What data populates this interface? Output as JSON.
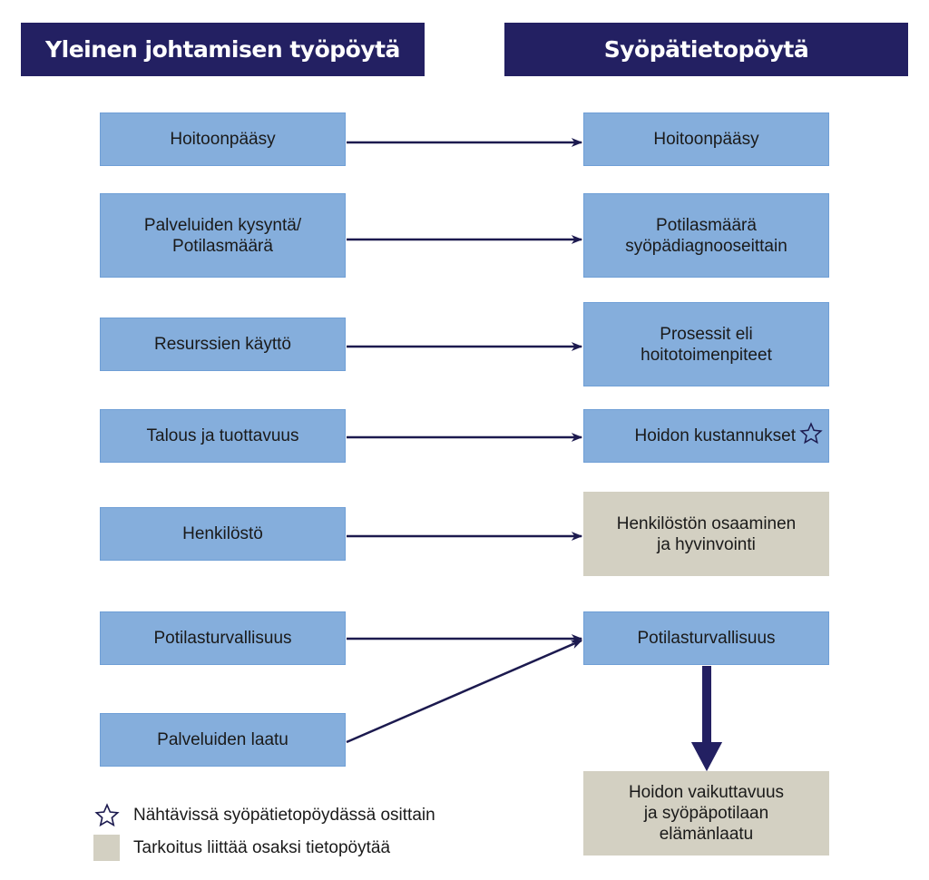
{
  "headers": {
    "left": "Yleinen johtamisen työpöytä",
    "right": "Syöpätietopöytä"
  },
  "left_boxes": [
    {
      "label": "Hoitoonpääsy"
    },
    {
      "label": "Palveluiden kysyntä/\nPotilasmäärä"
    },
    {
      "label": "Resurssien käyttö"
    },
    {
      "label": "Talous ja tuottavuus"
    },
    {
      "label": "Henkilöstö"
    },
    {
      "label": "Potilasturvallisuus"
    },
    {
      "label": "Palveluiden laatu"
    }
  ],
  "right_boxes": [
    {
      "label": "Hoitoonpääsy",
      "status": "included"
    },
    {
      "label": "Potilasmäärä\nsyöpädiagnooseittain",
      "status": "included"
    },
    {
      "label": "Prosessit eli\nhoitotoimenpiteet",
      "status": "included"
    },
    {
      "label": "Hoidon kustannukset",
      "status": "partial",
      "icon": "star-icon"
    },
    {
      "label": "Henkilöstön osaaminen\nja hyvinvointi",
      "status": "planned"
    },
    {
      "label": "Potilasturvallisuus",
      "status": "included"
    },
    {
      "label": "Hoidon vaikuttavuus\nja syöpäpotilaan\nelämänlaatu",
      "status": "planned"
    }
  ],
  "connections": [
    {
      "from": "Hoitoonpääsy",
      "to": "Hoitoonpääsy"
    },
    {
      "from": "Palveluiden kysyntä/Potilasmäärä",
      "to": "Potilasmäärä syöpädiagnooseittain"
    },
    {
      "from": "Resurssien käyttö",
      "to": "Prosessit eli hoitotoimenpiteet"
    },
    {
      "from": "Talous ja tuottavuus",
      "to": "Hoidon kustannukset"
    },
    {
      "from": "Henkilöstö",
      "to": "Henkilöstön osaaminen ja hyvinvointi"
    },
    {
      "from": "Potilasturvallisuus",
      "to": "Potilasturvallisuus"
    },
    {
      "from": "Palveluiden laatu",
      "to": "Potilasturvallisuus"
    },
    {
      "from": "Potilasturvallisuus",
      "to": "Hoidon vaikuttavuus ja syöpäpotilaan elämänlaatu",
      "style": "thick-down"
    }
  ],
  "legend": [
    {
      "icon": "star-icon",
      "label": "Nähtävissä syöpätietopöydässä osittain"
    },
    {
      "icon": "beige-swatch",
      "label": "Tarkoitus liittää osaksi tietopöytää"
    }
  ],
  "colors": {
    "header_bg": "#232062",
    "blue_box": "#85aedc",
    "beige_box": "#d3d0c2",
    "arrow": "#1c1a4f"
  }
}
